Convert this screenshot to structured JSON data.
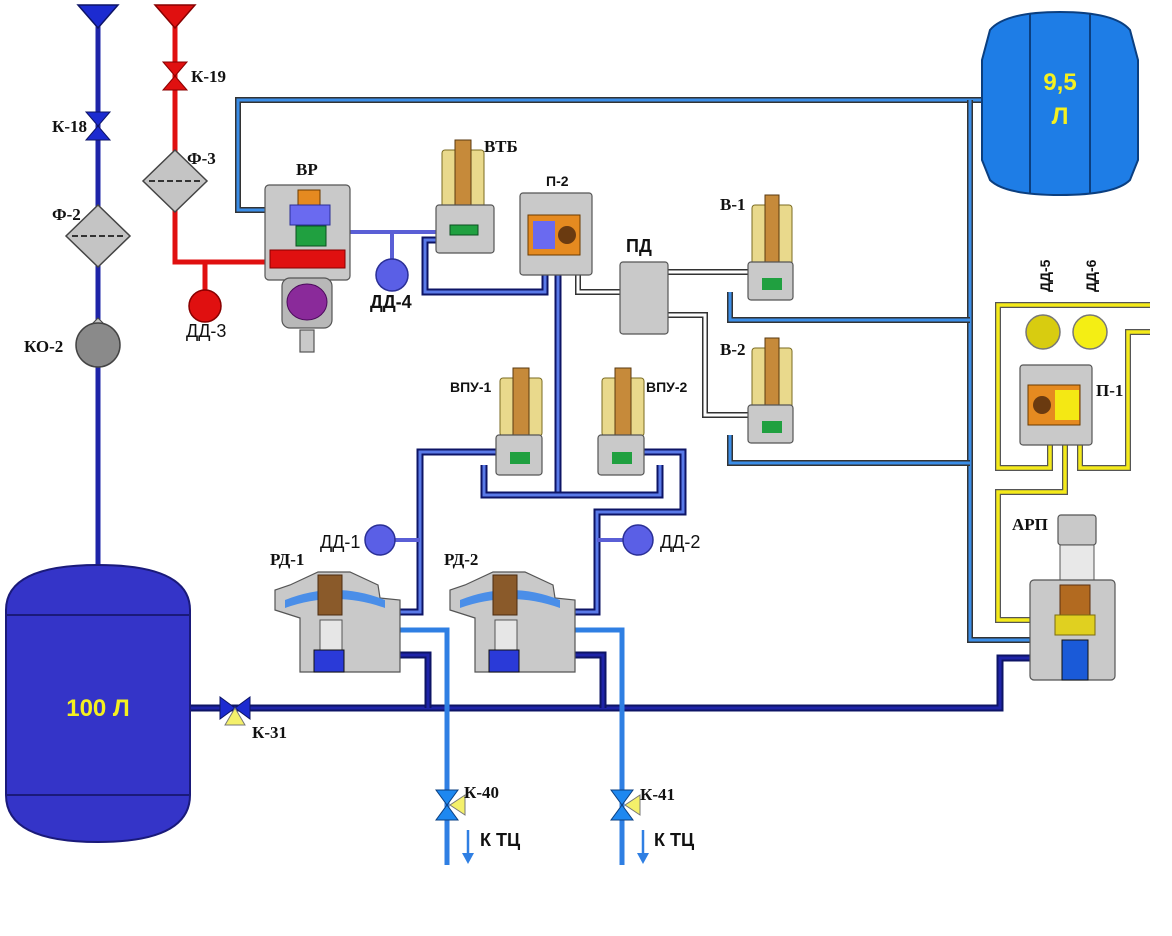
{
  "labels": {
    "k18": "К-18",
    "k19": "К-19",
    "f2": "Ф-2",
    "f3": "Ф-3",
    "ko2": "КО-2",
    "vr": "ВР",
    "vtb": "ВТБ",
    "p2": "П-2",
    "pd": "ПД",
    "v1": "В-1",
    "v2": "В-2",
    "dd3": "ДД-3",
    "dd4": "ДД-4",
    "dd5": "ДД-5",
    "dd6": "ДД-6",
    "p1": "П-1",
    "vpu1": "ВПУ-1",
    "vpu2": "ВПУ-2",
    "dd1": "ДД-1",
    "dd2": "ДД-2",
    "rd1": "РД-1",
    "rd2": "РД-2",
    "arp": "АРП",
    "k31": "К-31",
    "k40": "К-40",
    "k41": "К-41",
    "to_tc_1": "К ТЦ",
    "to_tc_2": "К ТЦ"
  },
  "tanks": {
    "main_volume": "100 Л",
    "small_volume_line1": "9,5",
    "small_volume_line2": "Л"
  },
  "colors": {
    "main_tank": "#3a3ad0",
    "small_tank": "#1e7de6",
    "feed_line_blue": "#1c2b9c",
    "feed_line_red": "#e01010",
    "output_line": "#2f7fe3",
    "pilot_line_yellow": "#f4ea1a",
    "label_yellow": "#f4f020"
  }
}
